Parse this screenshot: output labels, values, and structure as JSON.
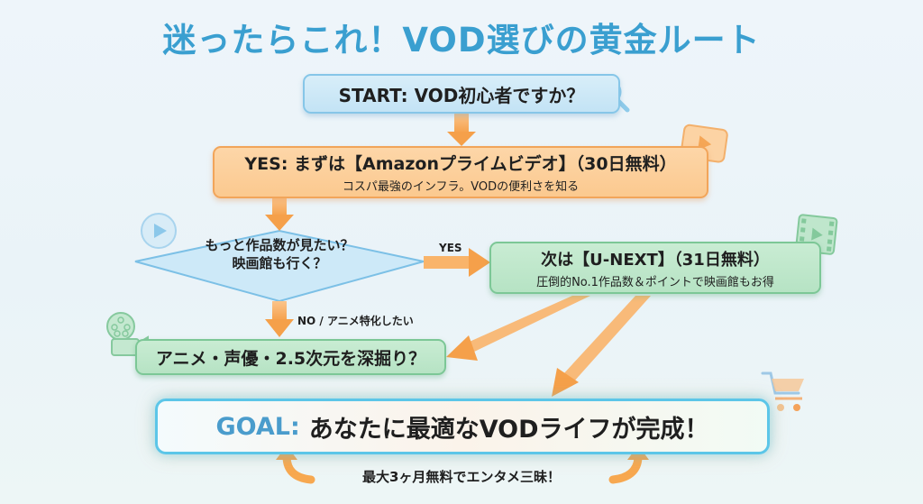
{
  "title": "迷ったらこれ！VOD選びの黄金ルート",
  "start": {
    "text": "START: VOD初心者ですか？"
  },
  "amazon": {
    "main": "YES: まずは【Amazonプライムビデオ】（30日無料）",
    "sub": "コスパ最強のインフラ。VODの便利さを知る"
  },
  "decision": {
    "line1": "もっと作品数が見たい？",
    "line2": "映画館も行く？"
  },
  "yes_label": "YES",
  "no_label": "NO / アニメ特化したい",
  "unext": {
    "main": "次は【U-NEXT】（31日無料）",
    "sub": "圧倒的No.1作品数＆ポイントで映画館もお得"
  },
  "anime": {
    "text": "アニメ・声優・2.5次元を深掘り？"
  },
  "goal": {
    "label": "GOAL:",
    "text": "あなたに最適なVODライフが完成！"
  },
  "footer": "最大3ヶ月無料でエンタメ三昧！",
  "icons": [
    "search-icon",
    "play-icon",
    "play-circle-icon",
    "film-strip-icon",
    "movie-camera-icon",
    "shopping-cart-icon"
  ],
  "colors": {
    "title": "#3a9fd0",
    "arrow": "#f7a850",
    "start_fill": "#c8e6f6",
    "amazon_fill": "#fbcf9a",
    "green_fill": "#bde6c9",
    "goal_border": "#5cc6e8"
  }
}
